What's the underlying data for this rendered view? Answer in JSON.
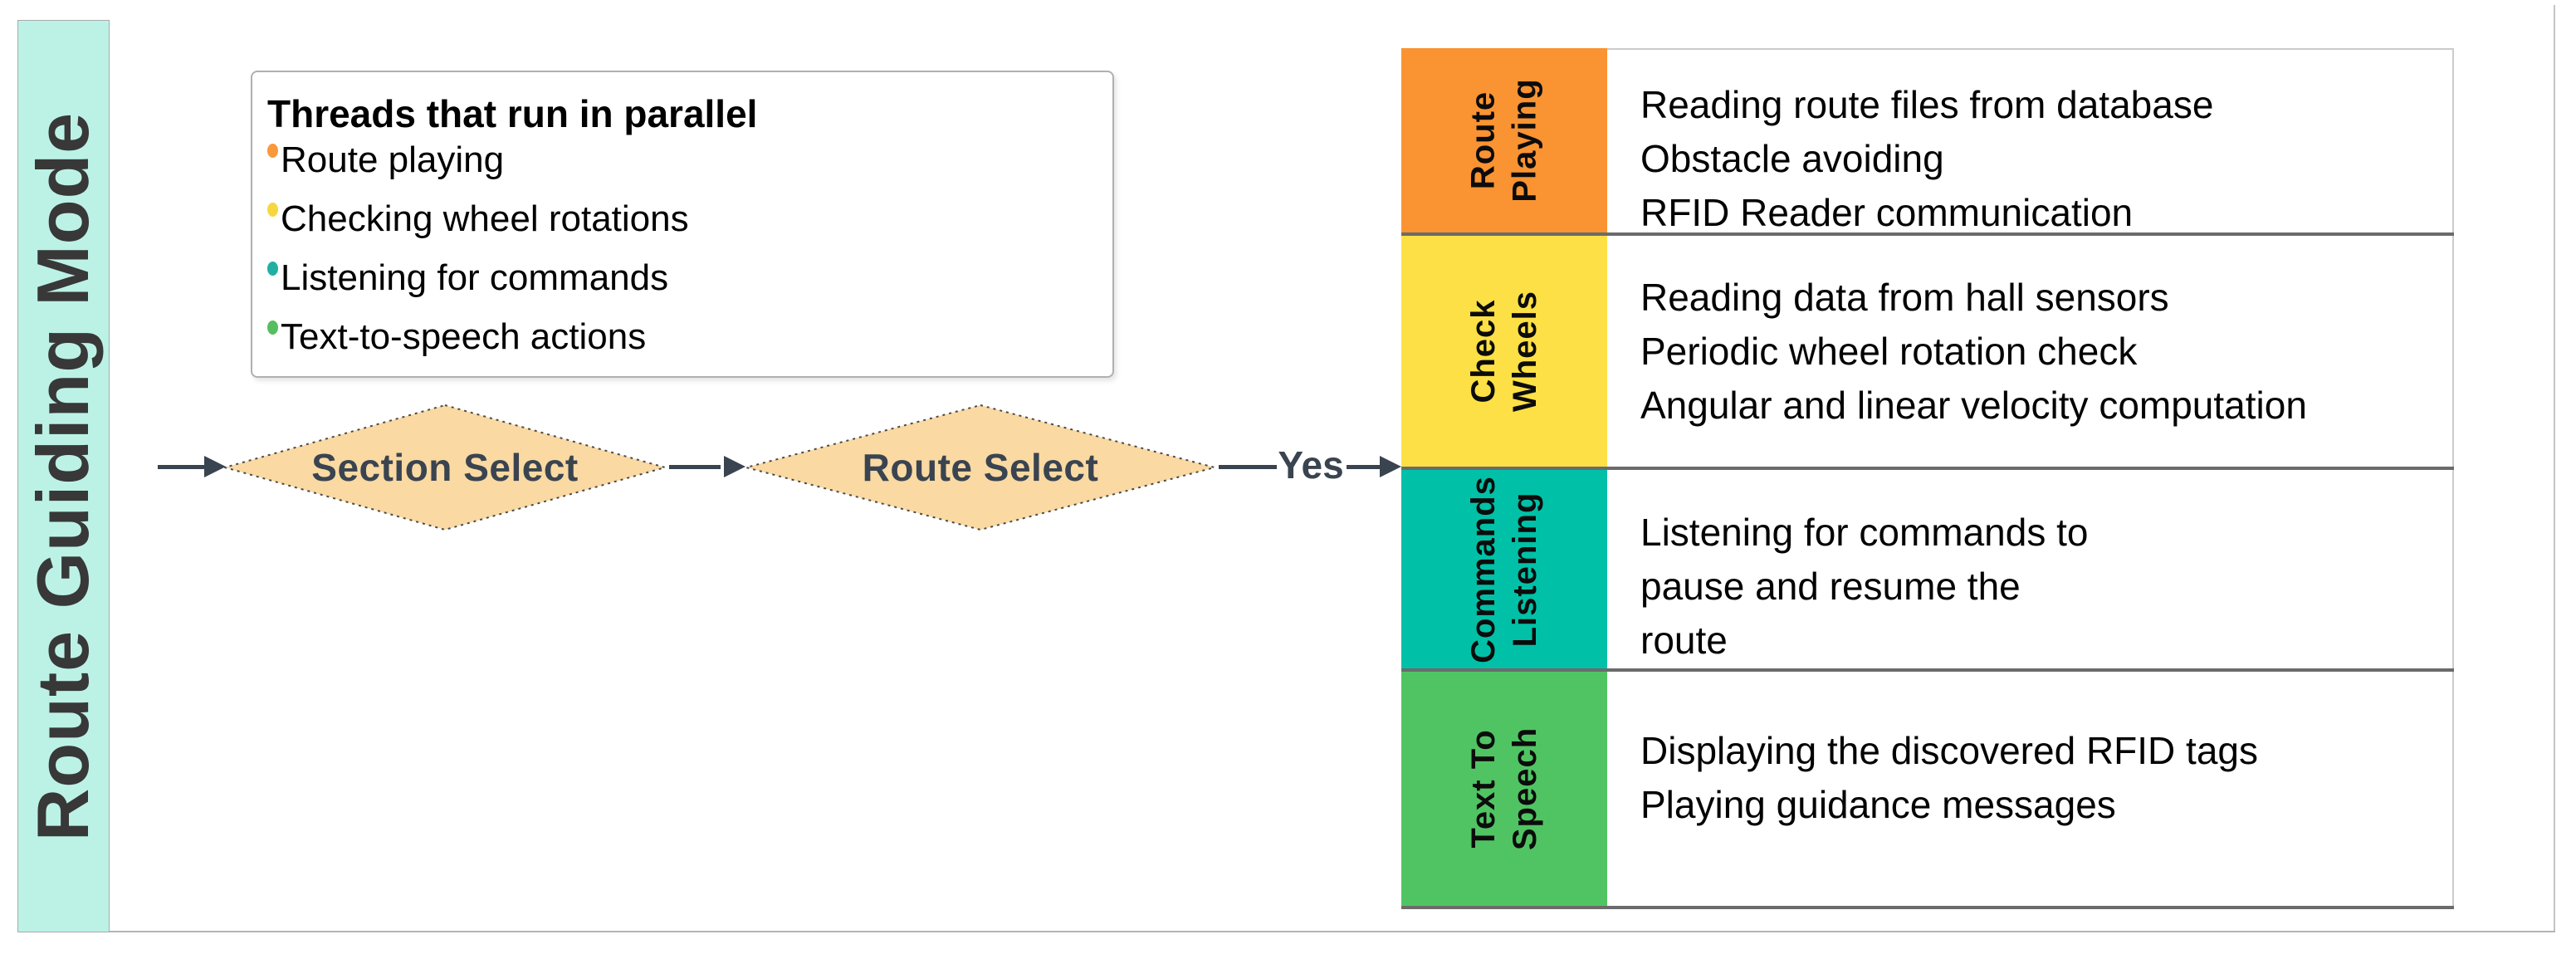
{
  "sidebar": {
    "title": "Route Guiding Mode",
    "bg": "#bcf2e6"
  },
  "legend": {
    "title": "Threads that run in parallel",
    "items": [
      {
        "label": "Route playing",
        "color": "#f8993b"
      },
      {
        "label": "Checking wheel rotations",
        "color": "#f7d73e"
      },
      {
        "label": "Listening for commands",
        "color": "#21afa3"
      },
      {
        "label": "Text-to-speech actions",
        "color": "#55be60"
      }
    ]
  },
  "flow": {
    "node_fill": "#fad9a2",
    "text_color": "#3a4450",
    "nodes": [
      {
        "label": "Section Select"
      },
      {
        "label": "Route Select"
      }
    ],
    "edge_label": "Yes"
  },
  "table": {
    "rows": [
      {
        "header": [
          "Route",
          "Playing"
        ],
        "color": "#fa9332",
        "lines": [
          "Reading route files from database",
          "Obstacle avoiding",
          "RFID Reader communication"
        ]
      },
      {
        "header": [
          "Check",
          "Wheels"
        ],
        "color": "#fde045",
        "lines": [
          "Reading data from hall sensors",
          "Periodic wheel rotation check",
          "Angular and linear velocity computation"
        ]
      },
      {
        "header": [
          "Commands",
          "Listening"
        ],
        "color": "#00c1a7",
        "lines": [
          "Listening for commands to",
          "pause and resume the",
          "route"
        ]
      },
      {
        "header": [
          "Text To",
          "Speech"
        ],
        "color": "#50c463",
        "lines": [
          "Displaying the discovered RFID tags",
          "Playing guidance messages"
        ]
      }
    ]
  }
}
